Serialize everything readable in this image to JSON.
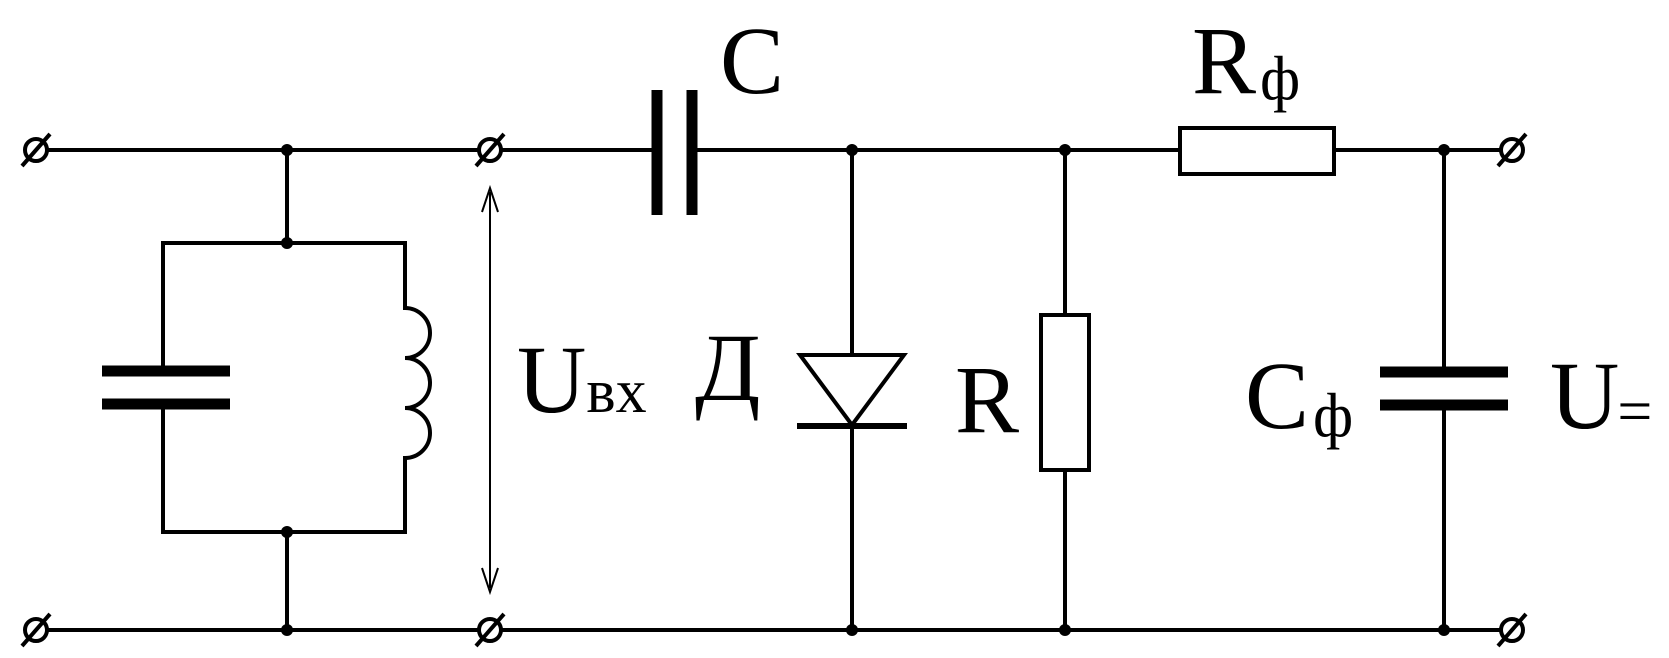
{
  "labels": {
    "coupling_capacitor": "C",
    "filter_resistor_main": "R",
    "filter_resistor_sub": "ф",
    "input_voltage_main": "U",
    "input_voltage_sub": "вх",
    "diode": "Д",
    "load_resistor": "R",
    "filter_capacitor_main": "C",
    "filter_capacitor_sub": "ф",
    "output_voltage_main": "U",
    "output_voltage_sub": "="
  }
}
